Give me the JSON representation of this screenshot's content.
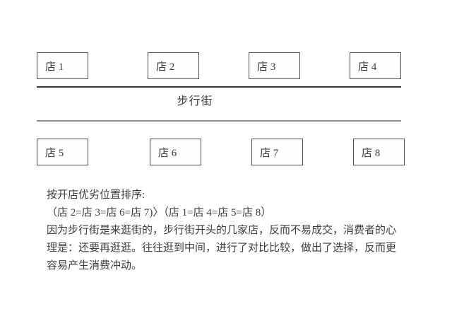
{
  "diagram": {
    "street_label": "步行街",
    "shops_top": [
      "店 1",
      "店 2",
      "店 3",
      "店 4"
    ],
    "shops_bottom": [
      "店 5",
      "店 6",
      "店 7",
      "店 8"
    ]
  },
  "notes": {
    "lines": [
      "按开店优劣位置排序:",
      "（店 2=店 3=店 6=店 7)〉（店 1=店 4=店 5=店 8）",
      "因为步行街是来逛街的，步行街开头的几家店，反而不易成交，消费者的心",
      "理是：还要再逛逛。往往逛到中间，进行了对比比较，做出了选择，反而更",
      "容易产生消费冲动。"
    ]
  },
  "colors": {
    "ink": "#3c3c3c",
    "street_line_top": "#3a3a3a",
    "street_line_bottom": "#8e8e8e"
  }
}
